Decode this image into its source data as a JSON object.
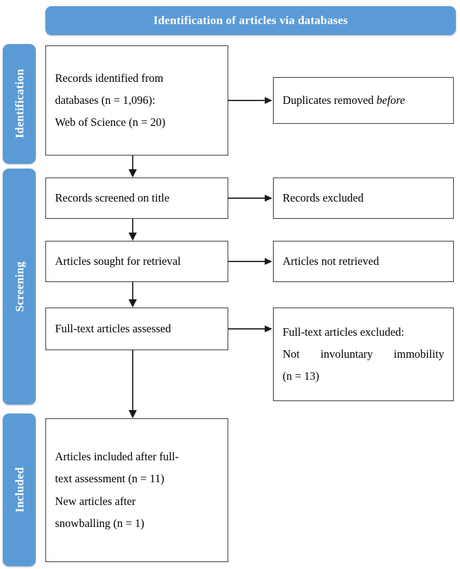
{
  "figure": {
    "type": "prisma-flow-diagram",
    "banner_title": "Identification of articles via databases",
    "accent_color": "#5B9BD5",
    "box_border_color": "#3A3A3A",
    "arrow_color": "#1A1A1A"
  },
  "stages": [
    {
      "key": "identification",
      "label": "Identification"
    },
    {
      "key": "screening",
      "label": "Screening"
    },
    {
      "key": "included",
      "label": "Included"
    }
  ],
  "boxes": {
    "records_identified": {
      "line1": "Records identified from",
      "line2": "databases (n = 1,096):",
      "line3": "Web of Science (n = 20)"
    },
    "duplicates_removed": {
      "line1_plain": "Duplicates removed ",
      "line1_italic": "before"
    },
    "records_screened": {
      "line1": "Records screened on title"
    },
    "records_excluded": {
      "line1": "Records excluded"
    },
    "articles_sought": {
      "line1": "Articles sought for retrieval"
    },
    "articles_not_retrieved": {
      "line1": "Articles not retrieved"
    },
    "fulltext_assessed": {
      "line1": "Full-text articles assessed"
    },
    "fulltext_excluded": {
      "line1": "Full-text articles excluded:",
      "line2": "Not involuntary immobility",
      "line3": "(n = 13)"
    },
    "articles_included": {
      "line1": "Articles included after full-",
      "line2": "text assessment (n = 11)",
      "line3": "New articles after",
      "line4": "snowballing (n = 1)"
    }
  },
  "counts": {
    "records_identified_databases": 1096,
    "web_of_science": 20,
    "fulltext_excluded_not_involuntary_immobility": 13,
    "articles_included_after_fulltext": 11,
    "new_articles_after_snowballing": 1
  }
}
